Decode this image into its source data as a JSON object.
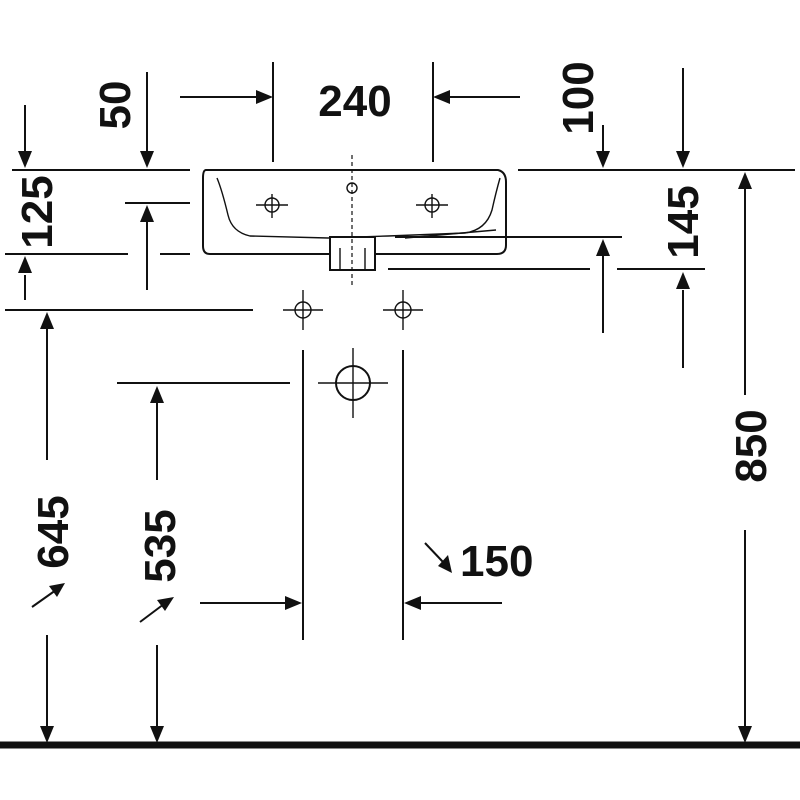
{
  "drawing": {
    "dimensions": {
      "width_taps": "240",
      "tap_offset": "50",
      "right_offset": "100",
      "basin_height": "125",
      "drain_height": "145",
      "total_height": "850",
      "inlet_height": "645",
      "drain_outlet_height": "535",
      "outlet_spacing": "150"
    },
    "line_color": "#111111",
    "background_color": "#ffffff"
  }
}
